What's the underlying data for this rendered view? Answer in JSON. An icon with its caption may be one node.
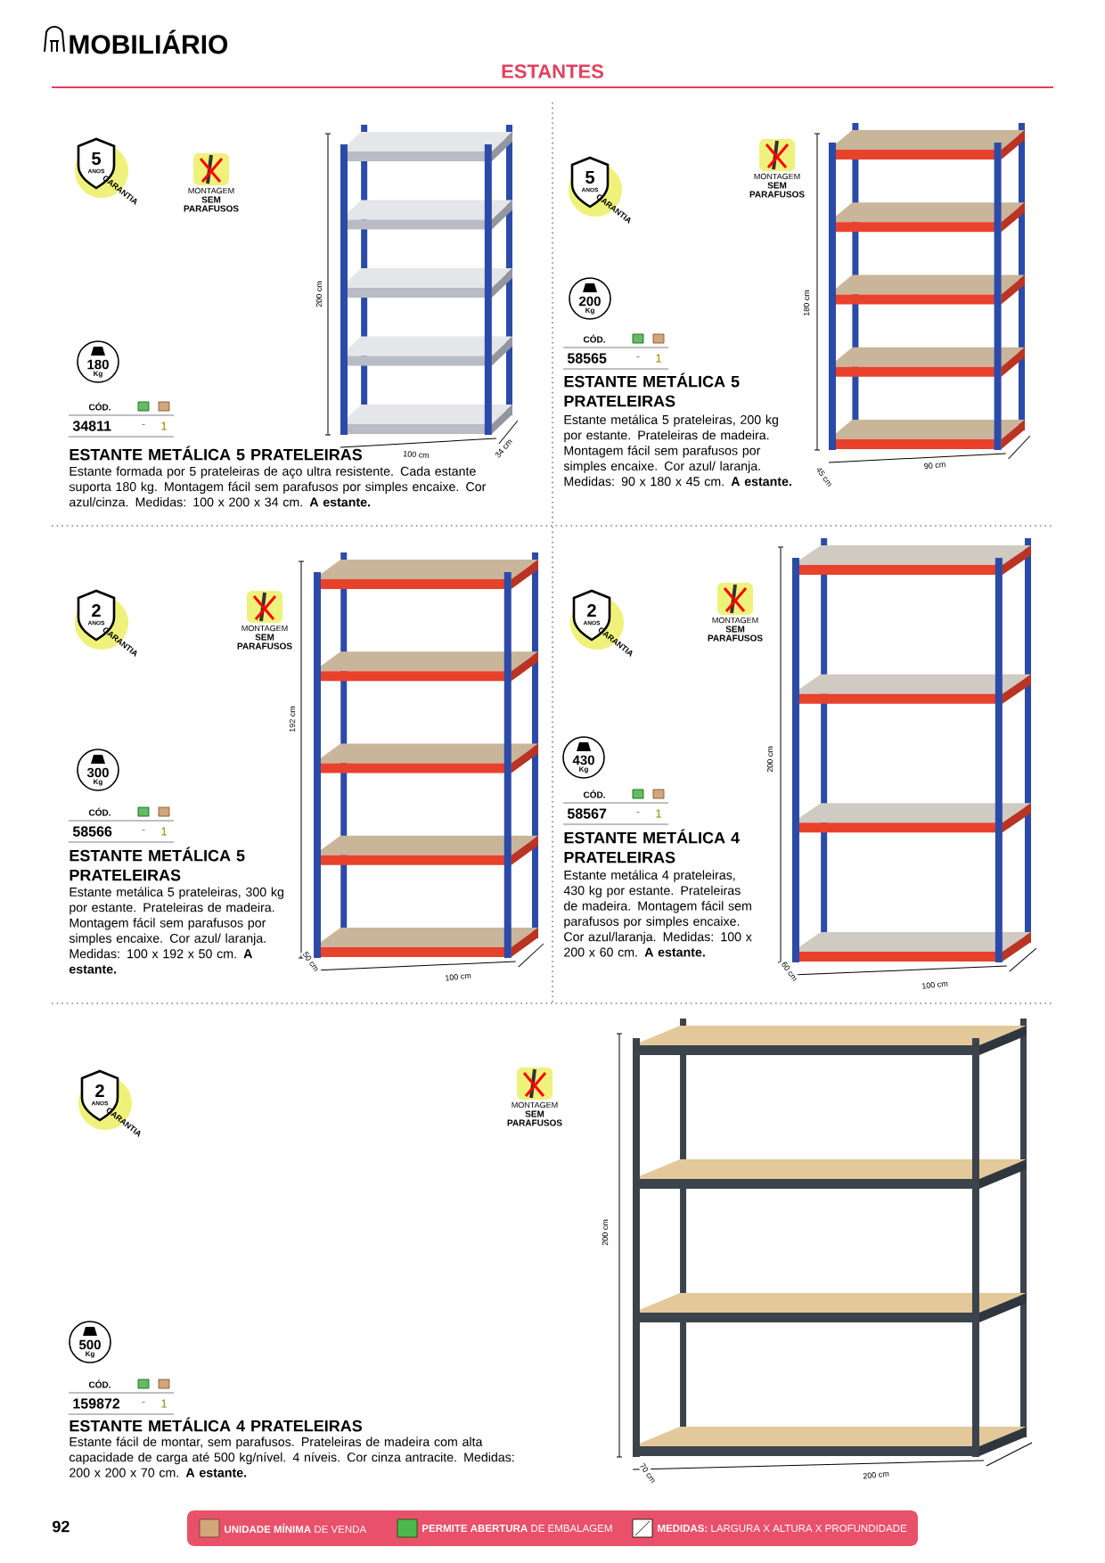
{
  "diagram": {
    "title": "MOBILIÁRIO",
    "labels": [
      "ESTANTES",
      "5",
      "ANOS",
      "GARANTIA",
      "MONTAGEM",
      "SEM",
      "PARAFUSOS",
      "180",
      "Kg",
      "CÓD.",
      "34811",
      "-",
      "1",
      "ESTANTE METÁLICA 5 PRATELEIRAS",
      "Estante formada por 5 prateleiras de aço ultra resistente. Cada estante suporta 180 kg. Montagem fácil sem parafusos por simples encaixe. Cor azul/cinza. Medidas: 100 x 200 x 34 cm. **A estante.**",
      "200 cm",
      "100 cm",
      "34 cm",
      "5",
      "ANOS",
      "GARANTIA",
      "MONTAGEM",
      "SEM",
      "PARAFUSOS",
      "200",
      "Kg",
      "CÓD.",
      "58565",
      "-",
      "1",
      "ESTANTE METÁLICA 5 PRATELEIRAS",
      "Estante metálica 5 prateleiras, 200 kg por estante. Prateleiras de madeira. Montagem fácil sem parafusos por simples encaixe. Cor azul/ laranja. Medidas: 90 x 180 x 45 cm. **A estante.**",
      "180 cm",
      "90 cm",
      "45 cm",
      "2",
      "ANOS",
      "GARANTIA",
      "MONTAGEM",
      "SEM",
      "PARAFUSOS",
      "300",
      "Kg",
      "CÓD.",
      "58566",
      "-",
      "1",
      "ESTANTE METÁLICA 5 PRATELEIRAS",
      "Estante metálica 5 prateleiras, 300 kg por estante. Prateleiras de madeira. Montagem fácil sem parafusos por simples encaixe. Cor azul/ laranja. Medidas: 100 x 192 x 50 cm. **A estante.**",
      "192 cm",
      "100 cm",
      "50 cm",
      "2",
      "ANOS",
      "GARANTIA",
      "MONTAGEM",
      "SEM",
      "PARAFUSOS",
      "430",
      "Kg",
      "CÓD.",
      "58567",
      "-",
      "1",
      "ESTANTE METÁLICA 4 PRATELEIRAS",
      "Estante metálica 4 prateleiras, 430 kg por estante. Prateleiras de madeira. Montagem fácil sem parafusos por simples encaixe. Cor azul/laranja. Medidas: 100 x 200 x 60 cm. **A estante.**",
      "200 cm",
      "100 cm",
      "60 cm",
      "2",
      "ANOS",
      "GARANTIA",
      "MONTAGEM",
      "SEM",
      "PARAFUSOS",
      "500",
      "Kg",
      "CÓD.",
      "159872",
      "-",
      "1",
      "ESTANTE METÁLICA 4 PRATELEIRAS",
      "Estante fácil de montar, sem parafusos. Prateleiras de madeira com alta capacidade de carga até 500 kg/nível. 4 níveis. Cor cinza antracite. Medidas: 200 x 200 x 70 cm. **A estante.**",
      "200 cm",
      "200 cm",
      "70 cm",
      "92"
    ],
    "legend": [
      {
        "text": "**UNIDADE MÍNIMA** DE VENDA"
      },
      {
        "text": "**PERMITE ABERTURA** DE EMBALAGEM"
      },
      {
        "text": "**MEDIDAS:** LARGURA X ALTURA X PROFUNDIDADE"
      }
    ]
  }
}
